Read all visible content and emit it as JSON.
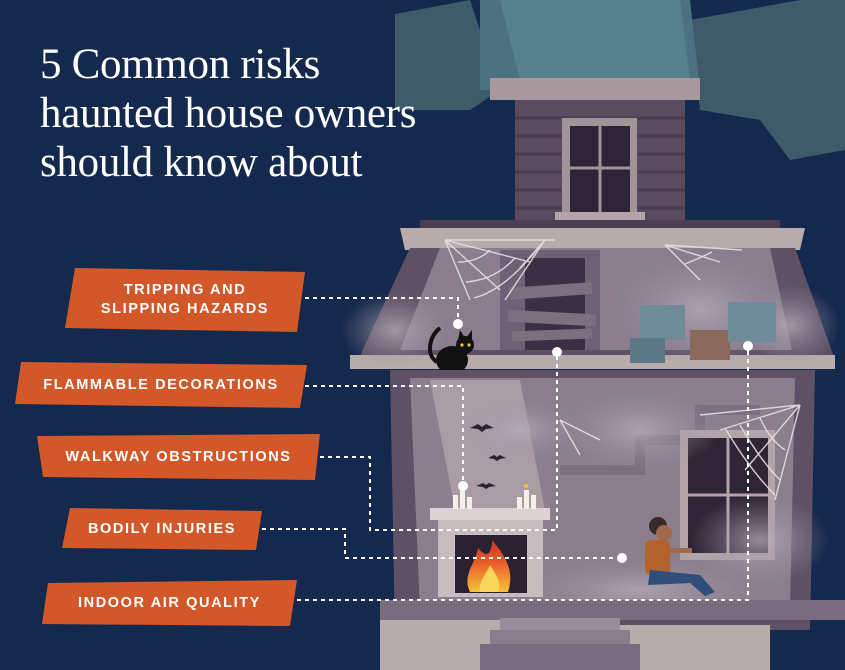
{
  "title": {
    "line1": "5 Common risks",
    "line2": "haunted house owners",
    "line3": "should know about"
  },
  "risks": [
    {
      "line1": "TRIPPING AND",
      "line2": "SLIPPING HAZARDS"
    },
    {
      "line1": "FLAMMABLE DECORATIONS"
    },
    {
      "line1": "WALKWAY OBSTRUCTIONS"
    },
    {
      "line1": "BODILY INJURIES"
    },
    {
      "line1": "INDOOR AIR QUALITY"
    }
  ],
  "colors": {
    "background": "#15284d",
    "label": "#d2582a",
    "wall": "#6c5f73",
    "roof": "#4c7180",
    "interior": "#8b7f8e"
  }
}
